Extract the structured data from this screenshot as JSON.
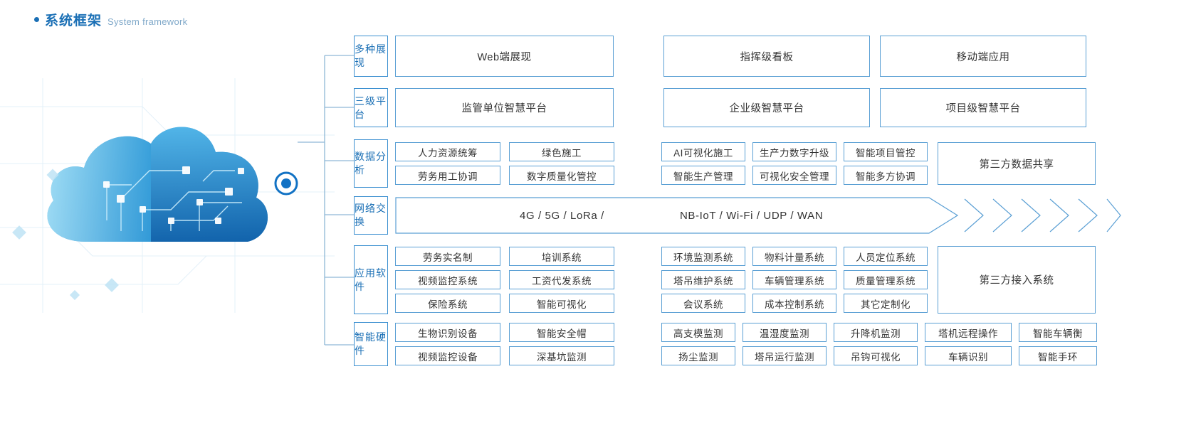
{
  "header": {
    "bullet": "bullet-dot",
    "title_cn": "系统框架",
    "title_en": "System framework"
  },
  "rows": [
    {
      "id": "display",
      "category": "多种展现",
      "left_group": [
        [
          "Web端展现"
        ]
      ],
      "right_group": [
        [
          "指挥级看板",
          "移动端应用"
        ]
      ],
      "aside": null
    },
    {
      "id": "platform",
      "category": "三级平台",
      "left_group": [
        [
          "监管单位智慧平台"
        ]
      ],
      "right_group": [
        [
          "企业级智慧平台",
          "项目级智慧平台"
        ]
      ],
      "aside": null
    },
    {
      "id": "data-analysis",
      "category": "数据分析",
      "left_group": [
        [
          "人力资源统筹",
          "绿色施工"
        ],
        [
          "劳务用工协调",
          "数字质量化管控"
        ]
      ],
      "right_group": [
        [
          "AI可视化施工",
          "生产力数字升级",
          "智能项目管控"
        ],
        [
          "智能生产管理",
          "可视化安全管理",
          "智能多方协调"
        ]
      ],
      "aside": "第三方数据共享"
    },
    {
      "id": "network",
      "category": "网络交换",
      "network_text_left": "4G / 5G / LoRa /",
      "network_text_right": "NB-IoT / Wi-Fi / UDP / WAN",
      "chevron_count": 6
    },
    {
      "id": "application",
      "category": "应用软件",
      "left_group": [
        [
          "劳务实名制",
          "培训系统"
        ],
        [
          "视频监控系统",
          "工资代发系统"
        ],
        [
          "保险系统",
          "智能可视化"
        ]
      ],
      "right_group": [
        [
          "环境监测系统",
          "物料计量系统",
          "人员定位系统"
        ],
        [
          "塔吊维护系统",
          "车辆管理系统",
          "质量管理系统"
        ],
        [
          "会议系统",
          "成本控制系统",
          "其它定制化"
        ]
      ],
      "aside": "第三方接入系统"
    },
    {
      "id": "hardware",
      "category": "智能硬件",
      "left_group": [
        [
          "生物识别设备",
          "智能安全帽"
        ],
        [
          "视频监控设备",
          "深基坑监测"
        ]
      ],
      "right_group": [
        [
          "高支模监测",
          "温湿度监测",
          "升降机监测",
          "塔机远程操作",
          "智能车辆衡"
        ],
        [
          "扬尘监测",
          "塔吊运行监测",
          "吊钩可视化",
          "车辆识别",
          "智能手环"
        ]
      ],
      "aside": null
    }
  ],
  "colors": {
    "accent": "#1a6fb5",
    "border": "#5a9fd4",
    "category_border": "#3a8fd0",
    "cloud_light": "#5bb8e8",
    "cloud_dark": "#1272c4",
    "text": "#333333",
    "subtitle": "#7fa8c9"
  }
}
